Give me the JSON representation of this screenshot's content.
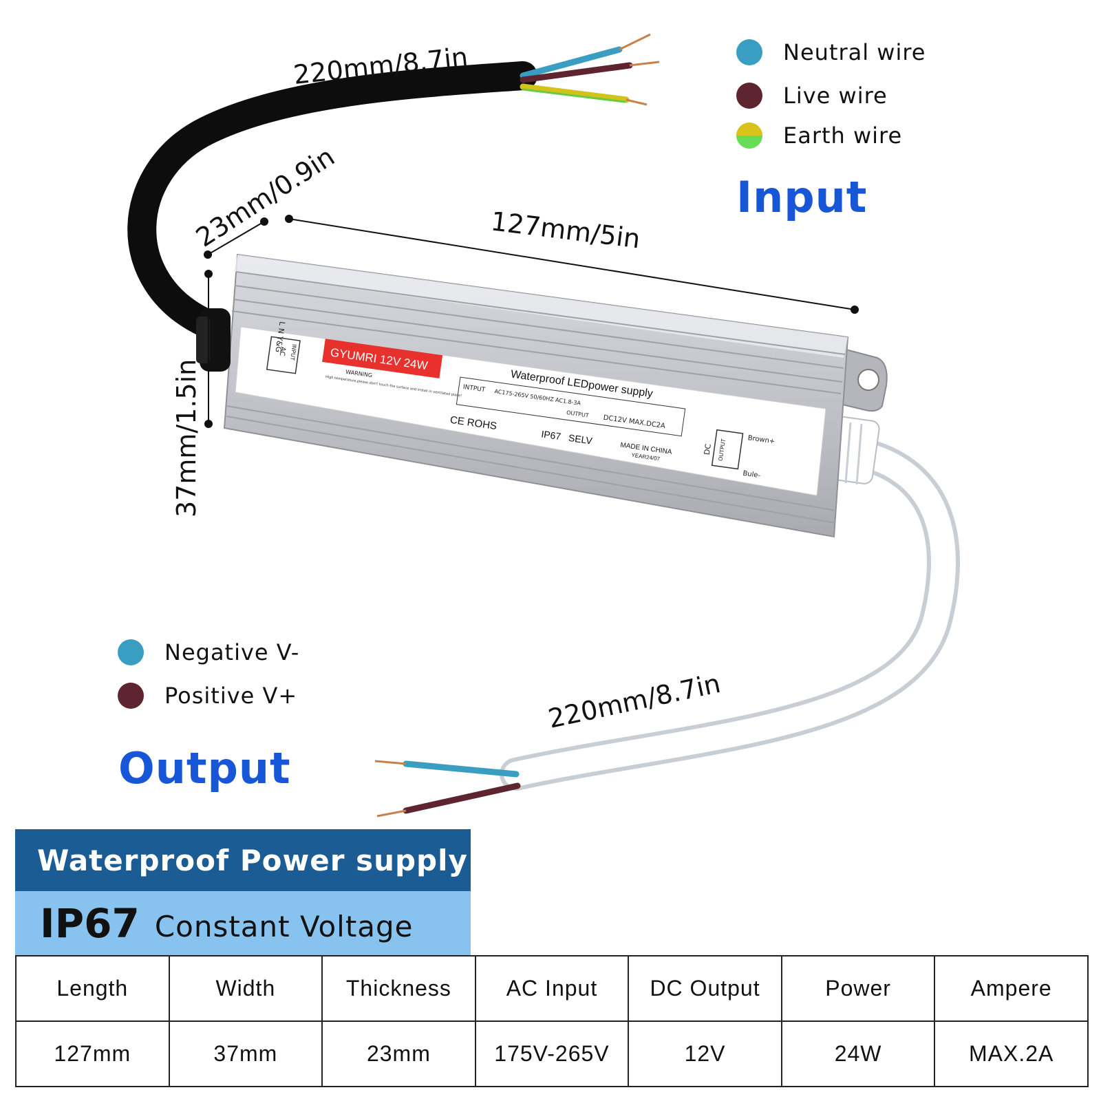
{
  "dimensions": {
    "input_cable": "220mm/8.7in",
    "width": "23mm/0.9in",
    "length": "127mm/5in",
    "height": "37mm/1.5in",
    "output_cable": "220mm/8.7in"
  },
  "input_legend": {
    "heading": "Input",
    "items": [
      {
        "label": "Neutral wire",
        "color": "#3a9ec2"
      },
      {
        "label": "Live wire",
        "color": "#5e2530"
      },
      {
        "label": "Earth wire",
        "color": "#d9c21a",
        "color2": "#66dd55"
      }
    ]
  },
  "output_legend": {
    "heading": "Output",
    "items": [
      {
        "label": "Negative V-",
        "color": "#3a9ec2"
      },
      {
        "label": "Positive V+",
        "color": "#5e2530"
      }
    ]
  },
  "product_label": {
    "brand_line": "GYUMRI  12V 24W",
    "warning_title": "WARNING",
    "warning_text": "High temperature,please don't touch the surface and install in ventilated place!",
    "title": "Waterproof LEDpower supply",
    "input_label": "INTPUT",
    "input_values": "AC175-265V 50/60HZ  AC1.8-3A",
    "output_label": "OUTPUT",
    "output_values": "DC12V  MAX.DC2A",
    "marks": "CE ROHS",
    "ip_mark": "IP67",
    "selv_mark": "SELV",
    "made_in": "MADE IN CHINA",
    "year": "YEAR24/07",
    "left_terminal": "L N Y&G",
    "left_terminal_type": "AC",
    "left_terminal_side": "INPUT",
    "right_terminal_type": "DC",
    "right_terminal_side": "OUTPUT",
    "brown": "Brown+",
    "blue": "Bule-"
  },
  "banner": {
    "title": "Waterproof Power supply",
    "ip_code": "IP67",
    "subtitle": "Constant Voltage"
  },
  "spec_table": {
    "headers": [
      "Length",
      "Width",
      "Thickness",
      "AC Input",
      "DC Output",
      "Power",
      "Ampere"
    ],
    "values": [
      "127mm",
      "37mm",
      "23mm",
      "175V-265V",
      "12V",
      "24W",
      "MAX.2A"
    ]
  }
}
